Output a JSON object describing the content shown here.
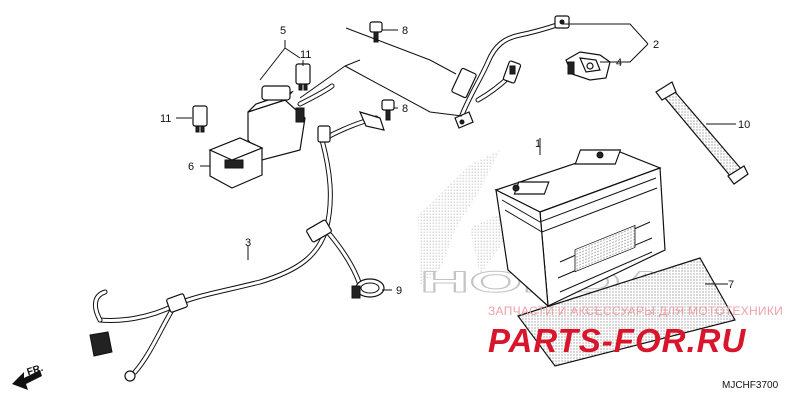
{
  "callouts": {
    "c1": "1",
    "c2": "2",
    "c3": "3",
    "c4": "4",
    "c5": "5",
    "c6": "6",
    "c7": "7",
    "c8a": "8",
    "c8b": "8",
    "c9": "9",
    "c10": "10",
    "c11a": "11",
    "c11b": "11"
  },
  "front_label": "FR.",
  "diagram_code": "MJCHF3700",
  "watermark": {
    "caption": "ЗАПЧАСТИ И АКСЕССУАРЫ ДЛЯ МОТОТЕХНИКИ",
    "brand": "PARTS-FOR.RU",
    "honda_logo_text": "HONDA"
  },
  "colors": {
    "watermark_red": "#d9152c",
    "watermark_pink": "#f0a0a6",
    "ink": "#111111"
  }
}
